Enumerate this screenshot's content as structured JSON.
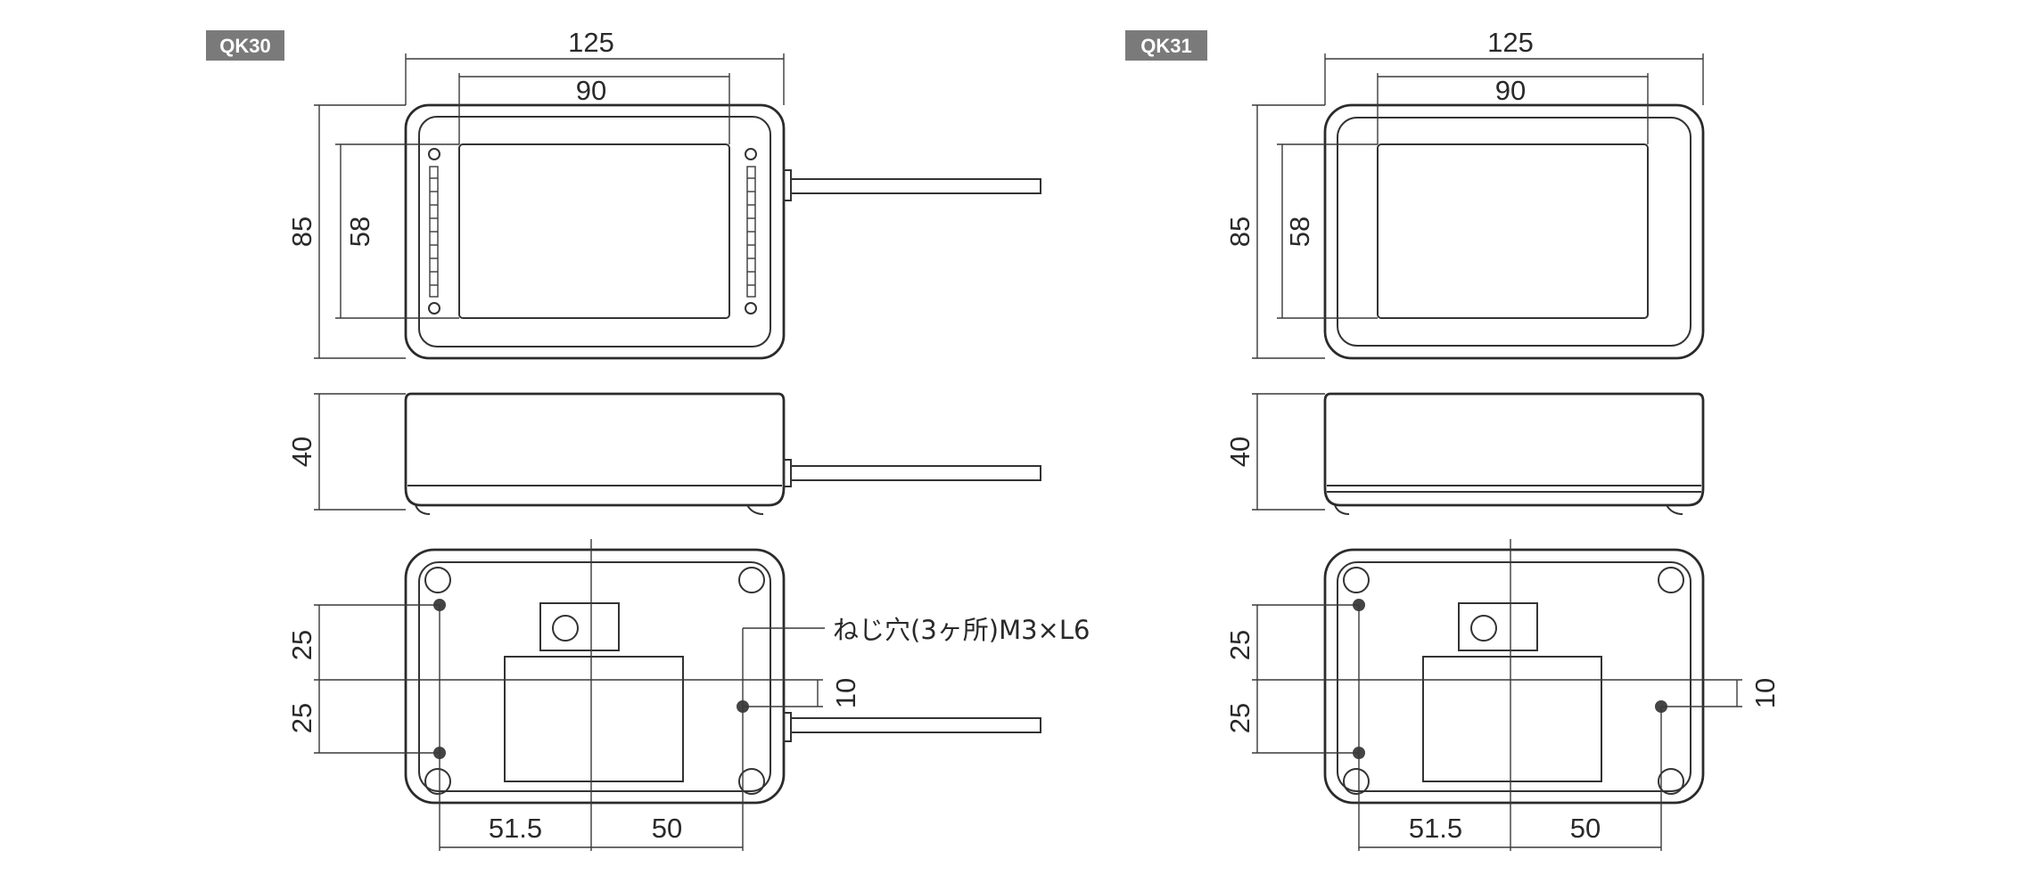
{
  "models": [
    {
      "label": "QK30",
      "dims": {
        "top_width": "125",
        "top_inner_width": "90",
        "top_height": "85",
        "top_inner_height": "58",
        "side_height": "40",
        "bottom_upper": "25",
        "bottom_lower": "25",
        "bottom_offset": "10",
        "bottom_left": "51.5",
        "bottom_right": "50"
      },
      "note": "ねじ穴(3ヶ所)M3×L6"
    },
    {
      "label": "QK31",
      "dims": {
        "top_width": "125",
        "top_inner_width": "90",
        "top_height": "85",
        "top_inner_height": "58",
        "side_height": "40",
        "bottom_upper": "25",
        "bottom_lower": "25",
        "bottom_offset": "10",
        "bottom_left": "51.5",
        "bottom_right": "50"
      }
    }
  ],
  "colors": {
    "label_bg": "#7a7a7a",
    "line": "#333333"
  }
}
